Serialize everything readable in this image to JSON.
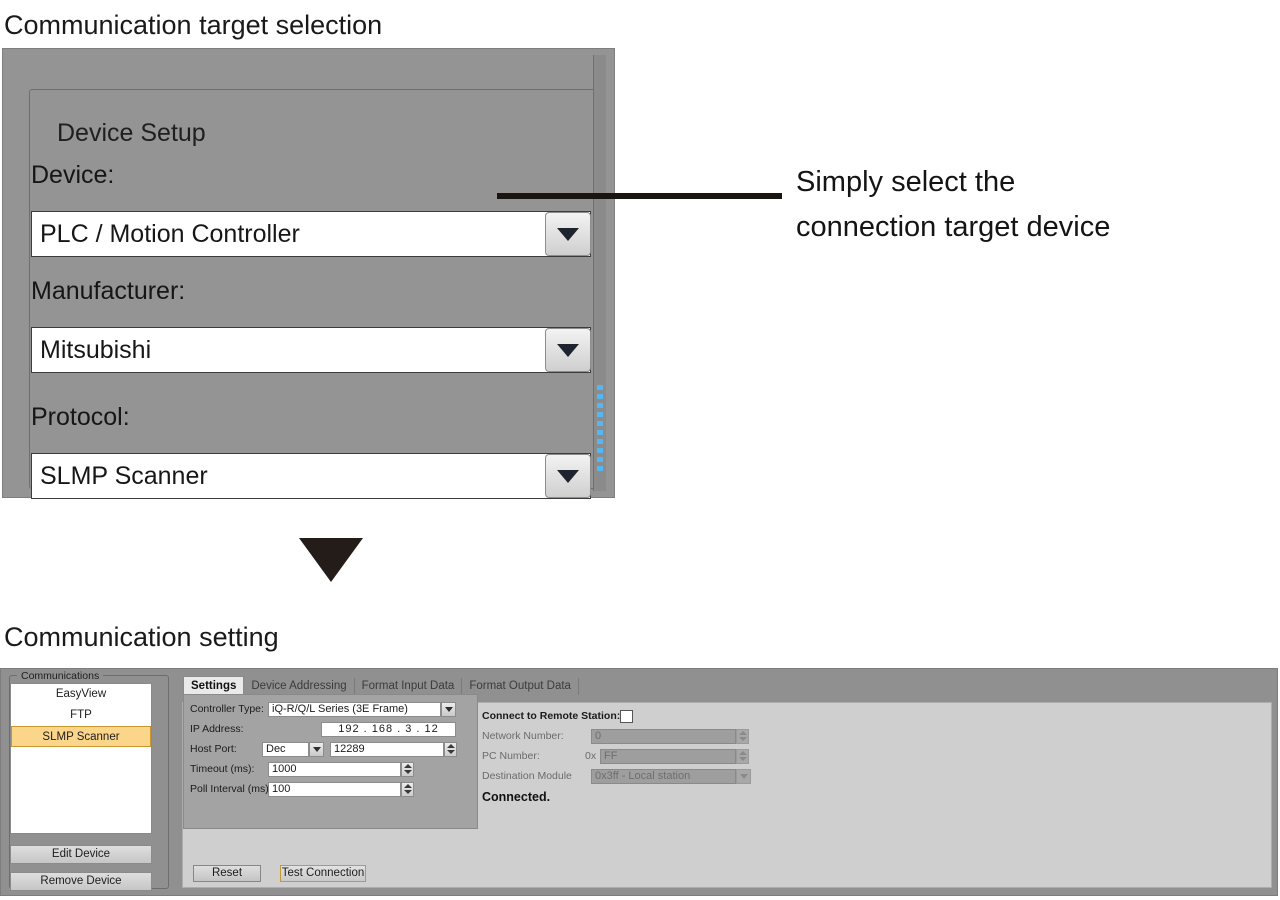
{
  "top_section": {
    "heading": "Communication target selection",
    "group_title": "Device Setup",
    "fields": [
      {
        "label": "Device:",
        "value": "PLC / Motion Controller",
        "icon": "chevron-down-icon"
      },
      {
        "label": "Manufacturer:",
        "value": "Mitsubishi",
        "icon": "chevron-down-icon"
      },
      {
        "label": "Protocol:",
        "value": "SLMP Scanner",
        "icon": "chevron-down-icon"
      }
    ],
    "callout": "Simply select the\nconnection target device",
    "callout_line1": "Simply select the",
    "callout_line2": "connection target device"
  },
  "flow_arrow": "down-triangle-icon",
  "bottom_section": {
    "heading": "Communication setting",
    "comm_group_title": "Communications",
    "comm_list": [
      {
        "label": "EasyView",
        "selected": false
      },
      {
        "label": "FTP",
        "selected": false
      },
      {
        "label": "SLMP Scanner",
        "selected": true
      }
    ],
    "side_buttons": [
      {
        "label": "Edit Device"
      },
      {
        "label": "Remove Device"
      }
    ],
    "tabs": [
      {
        "label": "Settings",
        "active": true
      },
      {
        "label": "Device Addressing",
        "active": false
      },
      {
        "label": "Format Input Data",
        "active": false
      },
      {
        "label": "Format Output Data",
        "active": false
      }
    ],
    "settings": {
      "controller_type_label": "Controller Type:",
      "controller_type_value": "iQ-R/Q/L Series (3E Frame)",
      "ip_address_label": "IP Address:",
      "ip_address_octets": [
        "192",
        "168",
        "3",
        "12"
      ],
      "ip_address_value": "192 . 168 .  3  .  12",
      "host_port_label": "Host Port:",
      "host_port_base": "Dec",
      "host_port_value": "12289",
      "timeout_label": "Timeout (ms):",
      "timeout_value": "1000",
      "poll_interval_label": "Poll Interval (ms):",
      "poll_interval_value": "100"
    },
    "remote": {
      "connect_label": "Connect to Remote Station:",
      "connect_checked": false,
      "network_number_label": "Network Number:",
      "network_number_value": "0",
      "pc_number_label": "PC Number:",
      "pc_number_prefix": "0x",
      "pc_number_value": "FF",
      "destination_module_label": "Destination Module",
      "destination_module_value": "0x3ff - Local station",
      "status": "Connected."
    },
    "footer_buttons": [
      {
        "label": "Reset",
        "accent": "none"
      },
      {
        "label": "Test Connection",
        "accent": "#c09a33"
      }
    ]
  },
  "colors": {
    "panel_gray": "#949494",
    "app_gray": "#909090",
    "selection_orange": "#fbd58a",
    "selection_border": "#c9972f",
    "content_pane": "#cfcfcf",
    "scroll_dot_blue": "#56b6ef"
  }
}
